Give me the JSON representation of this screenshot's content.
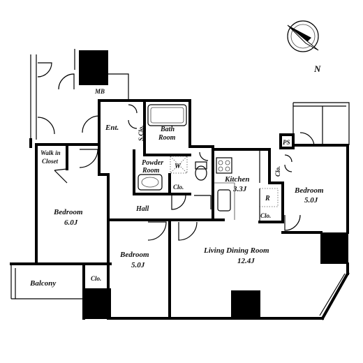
{
  "rooms": {
    "mb": "MB",
    "entrance": "Ent.",
    "shoe_closet": "S.Clo.",
    "bath_line1": "Bath",
    "bath_line2": "Room",
    "powder_line1": "Powder",
    "powder_line2": "Room",
    "washer": "W",
    "closet_center": "Clo.",
    "walk_in_line1": "Walk in",
    "walk_in_line2": "Closet",
    "kitchen_name": "Kitchen",
    "kitchen_size": "3.3J",
    "fridge": "R",
    "ps": "PS",
    "closet_right": "Clo.",
    "closet_right_lower": "Clo.",
    "bedroom_ne_name": "Bedroom",
    "bedroom_ne_size": "5.0J",
    "bedroom_w_name": "Bedroom",
    "bedroom_w_size": "6.0J",
    "hall": "Hall",
    "bedroom_c_name": "Bedroom",
    "bedroom_c_size": "5.0J",
    "ldk_name": "Living Dining Room",
    "ldk_size": "12.4J",
    "balcony": "Balcony",
    "closet_balcony": "Clo."
  },
  "compass": {
    "north": "N"
  }
}
